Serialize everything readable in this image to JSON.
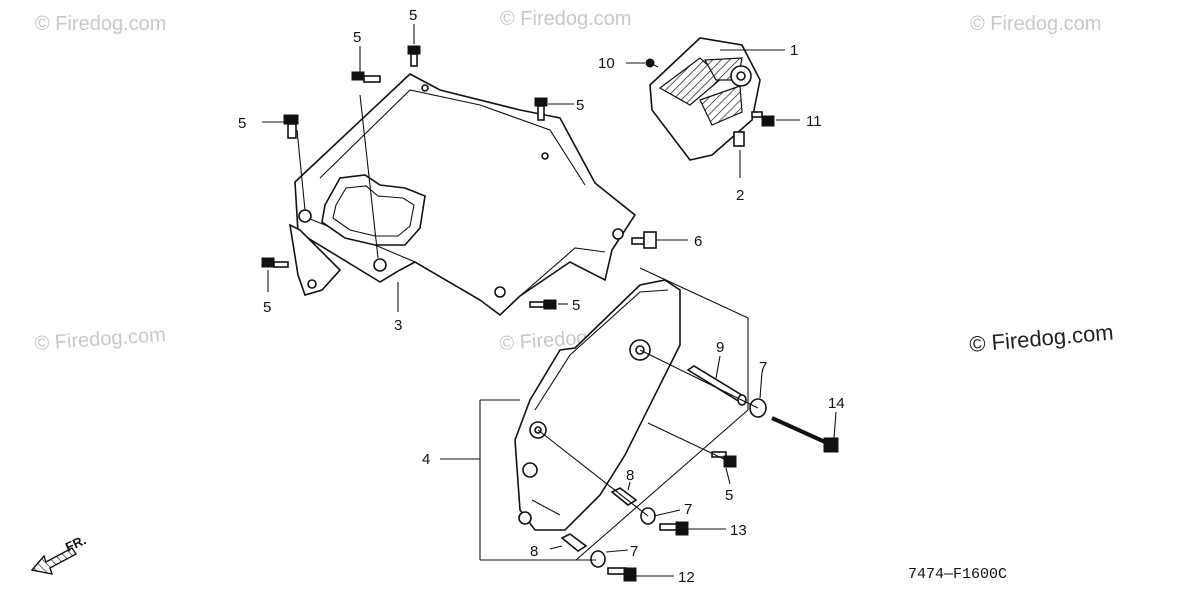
{
  "watermarks": [
    "© Firedog.com",
    "© Firedog.com",
    "© Firedog.com",
    "© Firedog.com",
    "© Firedog.com",
    "© Firedog.com"
  ],
  "callouts": {
    "c1": "1",
    "c2": "2",
    "c3": "3",
    "c4": "4",
    "c5a": "5",
    "c5b": "5",
    "c5c": "5",
    "c5d": "5",
    "c5e": "5",
    "c5f": "5",
    "c5g": "5",
    "c6": "6",
    "c7a": "7",
    "c7b": "7",
    "c7c": "7",
    "c8a": "8",
    "c8b": "8",
    "c9": "9",
    "c10": "10",
    "c11": "11",
    "c12": "12",
    "c13": "13",
    "c14": "14"
  },
  "direction": "FR.",
  "diagram_code": "7474—F1600C"
}
